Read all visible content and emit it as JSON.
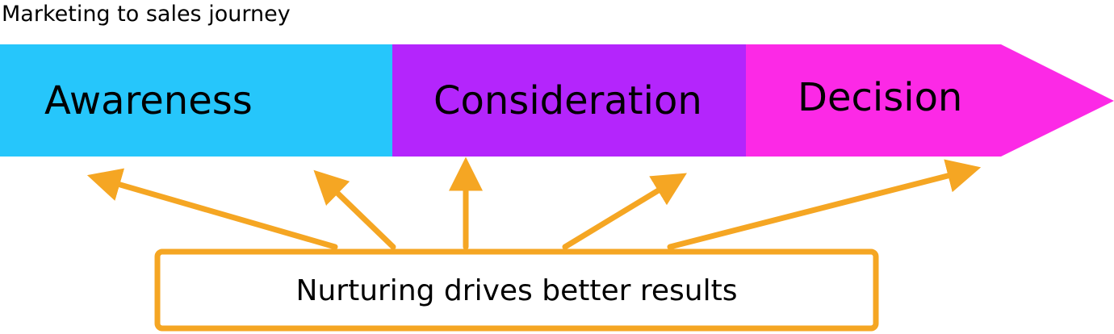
{
  "title": "Marketing to sales journey",
  "stages": [
    {
      "label": "Awareness",
      "color": "#26c6fb"
    },
    {
      "label": "Consideration",
      "color": "#b425fc"
    },
    {
      "label": "Decision",
      "color": "#fc29e6"
    }
  ],
  "nurturing": {
    "label": "Nurturing drives better results",
    "color": "#f5a623"
  }
}
